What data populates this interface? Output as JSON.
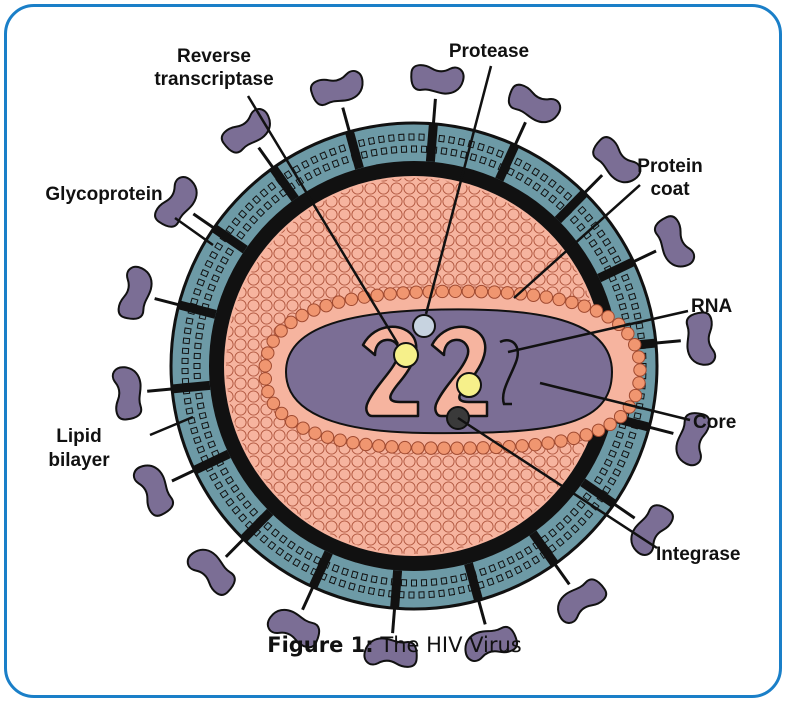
{
  "labels": {
    "reverse_transcriptase_1": "Reverse",
    "reverse_transcriptase_2": "transcriptase",
    "protease": "Protease",
    "glycoprotein": "Glycoprotein",
    "protein_coat_1": "Protein",
    "protein_coat_2": "coat",
    "rna": "RNA",
    "lipid_bilayer_1": "Lipid",
    "lipid_bilayer_2": "bilayer",
    "core": "Core",
    "integrase": "Integrase"
  },
  "caption": {
    "prefix": "Figure 1:",
    "text": " The HIV Virus"
  },
  "colors": {
    "frame": "#1a7fc8",
    "membrane": "#6d9aa6",
    "capsid": "#f6b49f",
    "capsid_outline": "#b0563e",
    "core": "#7b6e95",
    "glycoprotein": "#7b6e95",
    "protease": "#c7d3e0",
    "reverse_transcriptase": "#f6f08a",
    "integrase": "#3a3a3a"
  }
}
